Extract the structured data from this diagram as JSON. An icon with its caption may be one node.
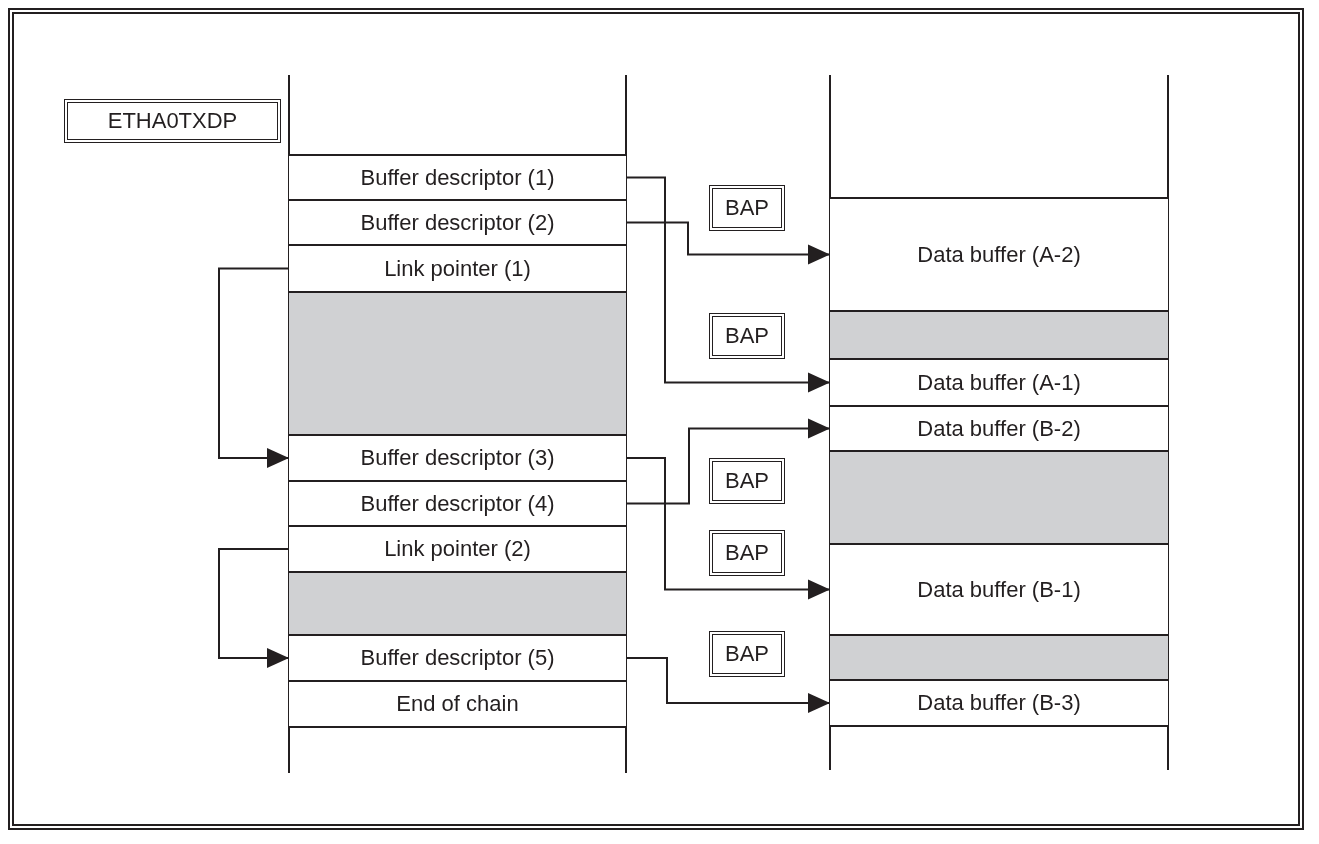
{
  "diagram": {
    "nodes": [
      {
        "text": [
          "ETHA0TXDP"
        ]
      },
      {
        "text": [
          "Buffer descriptor (1)"
        ]
      },
      {
        "text": [
          "Buffer descriptor (2)"
        ]
      },
      {
        "text": [
          "Link pointer (1)"
        ]
      },
      {
        "text": [],
        "shape": "box"
      },
      {
        "text": [
          "Buffer descriptor (3)"
        ]
      },
      {
        "text": [
          "Buffer descriptor (4)"
        ]
      },
      {
        "text": [
          "Link pointer (2)"
        ]
      },
      {
        "text": [],
        "shape": "box"
      },
      {
        "text": [
          "Buffer descriptor (5)"
        ]
      },
      {
        "text": [
          "End of chain"
        ]
      },
      {
        "text": [
          "BAP"
        ]
      },
      {
        "text": [
          "BAP"
        ]
      },
      {
        "text": [
          "BAP"
        ]
      },
      {
        "text": [
          "BAP"
        ]
      },
      {
        "text": [
          "BAP"
        ]
      },
      {
        "text": [
          "Data buffer (A-2)"
        ]
      },
      {
        "text": [],
        "shape": "box"
      },
      {
        "text": [
          "Data buffer (A-1)"
        ]
      },
      {
        "text": [
          "Data buffer (B-2)"
        ]
      },
      {
        "text": [],
        "shape": "box"
      },
      {
        "text": [
          "Data buffer (B-1)"
        ]
      },
      {
        "text": [],
        "shape": "box"
      },
      {
        "text": [
          "Data buffer (B-3)"
        ]
      }
    ],
    "edges": [
      {
        "from": 1,
        "to": 18,
        "arrow": "to"
      },
      {
        "from": 2,
        "to": 16,
        "arrow": "to"
      },
      {
        "from": 3,
        "to": 5,
        "arrow": "to"
      },
      {
        "from": 5,
        "to": 21,
        "arrow": "to"
      },
      {
        "from": 6,
        "to": 19,
        "arrow": "to"
      },
      {
        "from": 7,
        "to": 9,
        "arrow": "to"
      },
      {
        "from": 9,
        "to": 23,
        "arrow": "to"
      }
    ]
  }
}
